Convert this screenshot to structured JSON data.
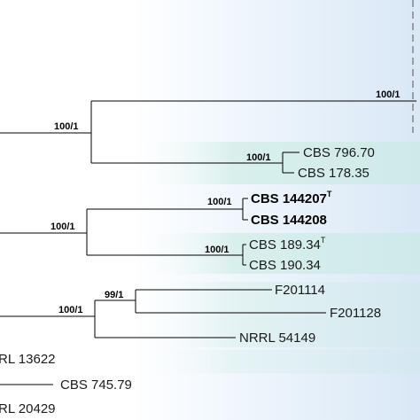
{
  "taxa": {
    "cbs_796_70": "CBS 796.70",
    "cbs_178_35": "CBS 178.35",
    "cbs_144207": "CBS 144207",
    "cbs_144207_sup": "T",
    "cbs_144208": "CBS 144208",
    "cbs_189_34": "CBS 189.34",
    "cbs_189_34_sup": "T",
    "cbs_190_34": "CBS 190.34",
    "f201114": "F201114",
    "f201128": "F201128",
    "nrrl_54149": "NRRL 54149",
    "nrrl_13622": "RL 13622",
    "cbs_745_79": "CBS 745.79",
    "nrrl_20429": "RL 20429"
  },
  "support": {
    "top_clade_outer": "100/1",
    "top_clade_inner": "100/1",
    "cbs796_178": "100/1",
    "middle_clade": "100/1",
    "cbs144207_144208": "100/1",
    "cbs189_190": "100/1",
    "f_clade": "100/1",
    "f201114_f201128": "99/1"
  },
  "colors": {
    "band_blue": "#dde9f6",
    "band_teal": "#d6eeea",
    "band_light": "#eaf5f4"
  }
}
